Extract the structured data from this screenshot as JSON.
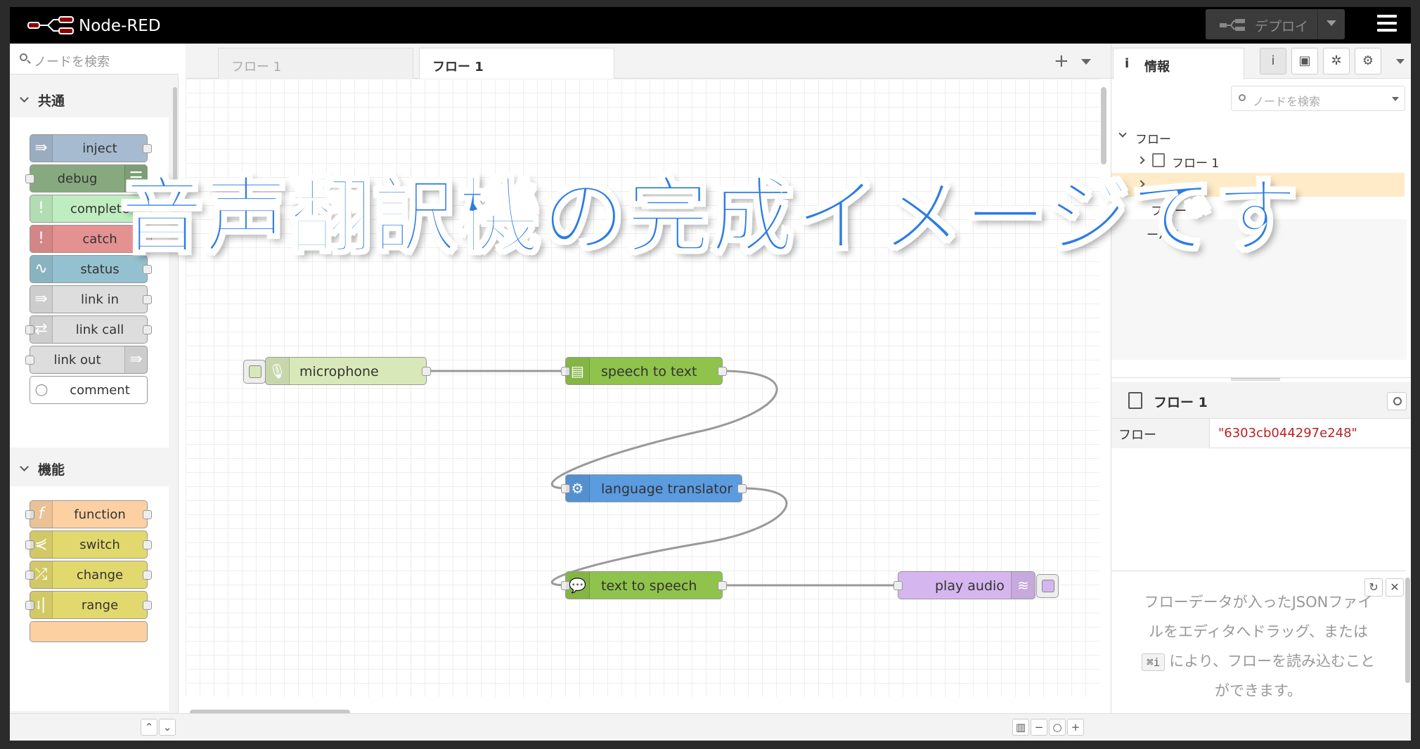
{
  "header": {
    "title": "Node-RED",
    "deploy_label": "デプロイ"
  },
  "palette": {
    "search_placeholder": "ノードを検索",
    "categories": [
      {
        "label": "共通",
        "nodes": [
          "inject",
          "debug",
          "complete",
          "catch",
          "status",
          "link in",
          "link call",
          "link out",
          "comment"
        ]
      },
      {
        "label": "機能",
        "nodes": [
          "function",
          "switch",
          "change",
          "range"
        ]
      }
    ]
  },
  "workspace": {
    "tabs": [
      "フロー 1",
      "フロー 1"
    ],
    "nodes": {
      "microphone": "microphone",
      "speech_to_text": "speech to text",
      "language_translator": "language translator",
      "text_to_speech": "text to speech",
      "play_audio": "play audio"
    }
  },
  "sidebar": {
    "tab_label": "情報",
    "search_placeholder": "ノードを検索",
    "tree": {
      "root": "フロー",
      "flow1": "フロー 1",
      "flow_partial": "フロー",
      "global_partial": "ーバル",
      "global_partial2": "ド"
    },
    "info": {
      "title": "フロー 1",
      "prop_key": "フロー",
      "prop_value": "\"6303cb044297e248\""
    },
    "tip": {
      "line1": "フローデータが入ったJSONファイ",
      "line2": "ルをエディタへドラッグ、または",
      "kbd": "⌘i",
      "line3": "により、フローを読み込むこと",
      "line4": "ができます。"
    }
  },
  "banner": "音声翻訳機の完成イメージです",
  "colors": {
    "inject": "#a6bbcf",
    "debug": "#87a980",
    "complete": "#c0edc0",
    "catch": "#e49191",
    "status": "#94c1d0",
    "link": "#dddddd",
    "function": "#fdd0a2",
    "switch": "#e2d96e",
    "microphone": "#d8e8b8",
    "watson_green": "#8fc34b",
    "translator": "#5b9be0",
    "play_audio": "#d6b6ee",
    "banner": "#2d7be5"
  }
}
